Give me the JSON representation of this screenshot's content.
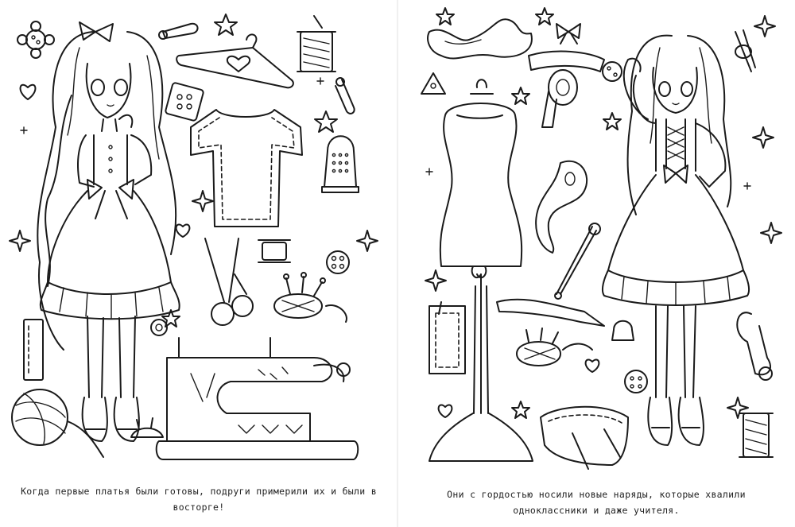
{
  "left_page": {
    "caption": "Когда первые платья были готовы, подруги примерили их и были в восторге!"
  },
  "right_page": {
    "caption": "Они с гордостью носили новые наряды, которые хвалили одноклассники и даже учителя."
  },
  "illustration_items": [
    "girl-in-dress",
    "button",
    "safety-pin",
    "clothes-hanger",
    "thread-spool",
    "thimble",
    "t-shirt-pattern",
    "scissors",
    "pincushion",
    "sewing-machine",
    "yarn-ball",
    "measuring-tape",
    "mannequin",
    "sewing-ruler",
    "fabric-piece",
    "stars",
    "hearts"
  ]
}
